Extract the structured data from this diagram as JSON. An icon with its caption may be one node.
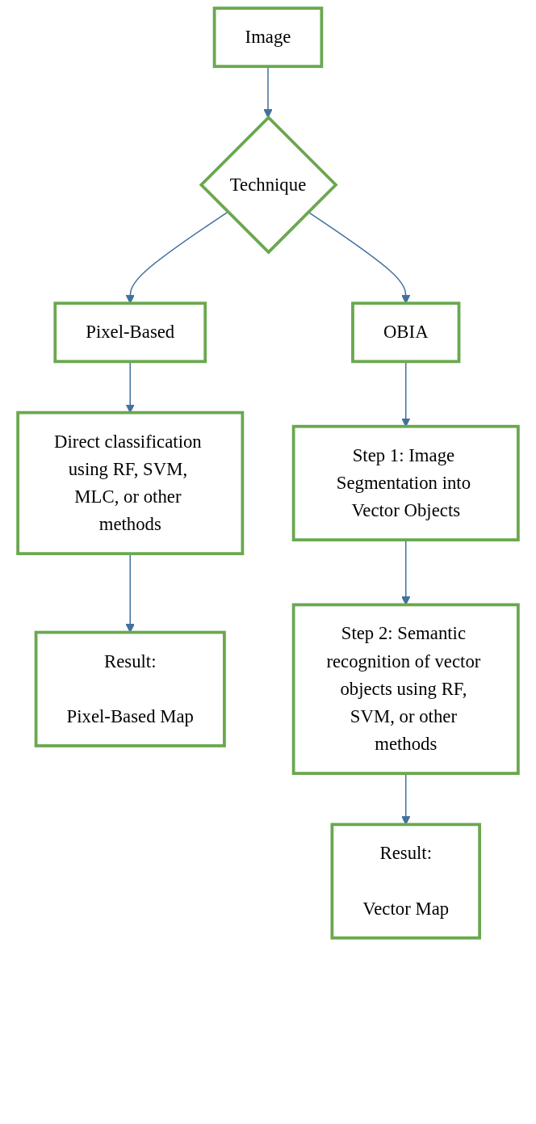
{
  "diagram": {
    "nodes": [
      {
        "text": [
          "Image"
        ]
      },
      {
        "text": [
          "Technique"
        ]
      },
      {
        "text": [
          "Pixel-Based"
        ]
      },
      {
        "text": [
          "OBIA"
        ]
      },
      {
        "text": [
          "Direct classification using RF, SVM, MLC, or other methods"
        ]
      },
      {
        "text": [
          "Step 1: Image Segmentation into Vector Objects"
        ]
      },
      {
        "text": [
          "Result:",
          "Pixel-Based Map"
        ]
      },
      {
        "text": [
          "Step 2: Semantic recognition of vector objects using RF, SVM, or other methods"
        ]
      },
      {
        "text": [
          "Result:",
          "Vector Map"
        ]
      }
    ],
    "edges": [
      {
        "from": 0,
        "to": 1,
        "arrow": "to"
      },
      {
        "from": 1,
        "to": 2,
        "arrow": "to"
      },
      {
        "from": 1,
        "to": 3,
        "arrow": "to"
      },
      {
        "from": 2,
        "to": 4,
        "arrow": "to"
      },
      {
        "from": 3,
        "to": 5,
        "arrow": "to"
      },
      {
        "from": 4,
        "to": 6,
        "arrow": "to"
      },
      {
        "from": 5,
        "to": 7,
        "arrow": "to"
      },
      {
        "from": 7,
        "to": 8,
        "arrow": "to"
      }
    ]
  }
}
